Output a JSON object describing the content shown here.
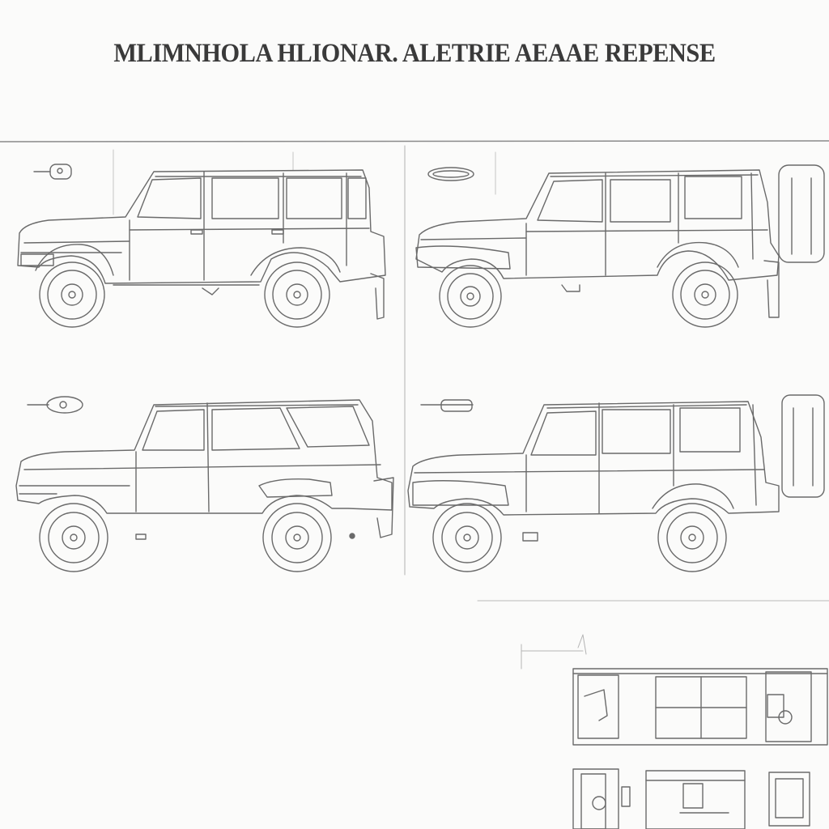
{
  "sheet": {
    "title": "MLIMNHOLA HLIONAR. ALETRIE AEAAE REPENSE",
    "ink_color": "#555555",
    "paper_color": "#fbfbfa"
  },
  "views": [
    {
      "id": "upper-left",
      "variant": "classic"
    },
    {
      "id": "upper-right",
      "variant": "rear-carrier"
    },
    {
      "id": "lower-left",
      "variant": "pickup"
    },
    {
      "id": "lower-right",
      "variant": "rear-carrier"
    }
  ],
  "detail_panels": [
    {
      "id": "interior-elevation"
    },
    {
      "id": "small-detail-1"
    },
    {
      "id": "small-detail-2"
    },
    {
      "id": "small-detail-3"
    }
  ],
  "icons": [
    "key-icon",
    "handle-icon",
    "lock-icon",
    "latch-icon"
  ]
}
